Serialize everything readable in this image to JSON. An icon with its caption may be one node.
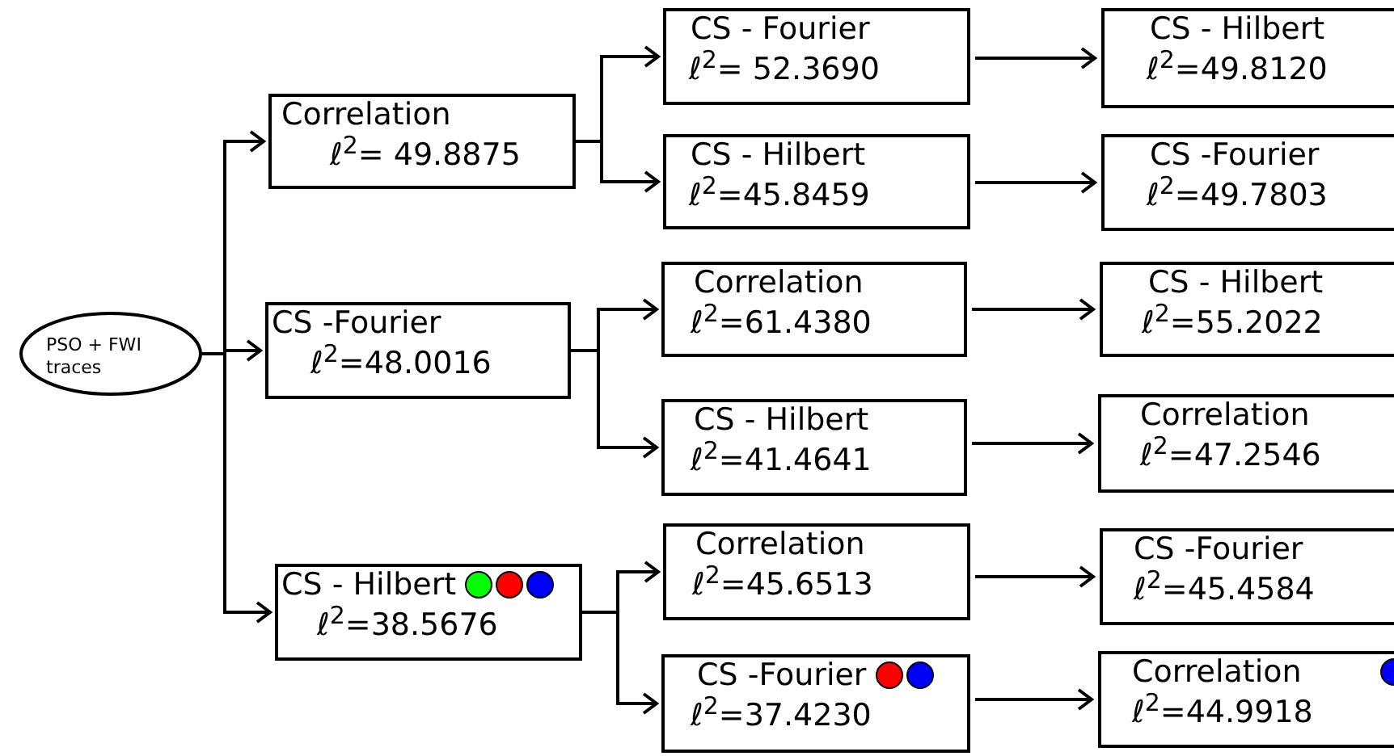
{
  "diagram": {
    "nodes": [
      {
        "text": [
          "PSO + FWI traces"
        ]
      },
      {
        "text": [
          "Correlation",
          "ℓ$^{2}$= 49.8875"
        ]
      },
      {
        "text": [
          "CS -Fourier",
          "ℓ$^{2}$=48.0016"
        ]
      },
      {
        "text": [
          "CS - Hilbert",
          "ℓ$^{2}$=38.5676"
        ]
      },
      {
        "text": [
          "CS - Fourier",
          "ℓ$^{2}$= 52.3690"
        ]
      },
      {
        "text": [
          "CS - Hilbert",
          "ℓ$^{2}$=45.8459"
        ]
      },
      {
        "text": [
          "Correlation",
          "ℓ$^{2}$=61.4380"
        ]
      },
      {
        "text": [
          "CS - Hilbert",
          "ℓ$^{2}$=41.4641"
        ]
      },
      {
        "text": [
          "Correlation",
          "ℓ$^{2}$=45.6513"
        ]
      },
      {
        "text": [
          "CS -Fourier",
          "ℓ$^{2}$=37.4230"
        ]
      },
      {
        "text": [
          "CS - Hilbert",
          "ℓ$^{2}$=49.8120"
        ]
      },
      {
        "text": [
          "CS -Fourier",
          "ℓ$^{2}$=49.7803"
        ]
      },
      {
        "text": [
          "CS - Hilbert",
          "ℓ$^{2}$=55.2022"
        ]
      },
      {
        "text": [
          "Correlation",
          "ℓ$^{2}$=47.2546"
        ]
      },
      {
        "text": [
          "CS -Fourier",
          "ℓ$^{2}$=45.4584"
        ]
      },
      {
        "text": [
          "Correlation",
          "ℓ$^{2}$=44.9918"
        ]
      }
    ],
    "edges": [
      {
        "from": 0,
        "to": 1,
        "arrow": "to"
      },
      {
        "from": 0,
        "to": 2,
        "arrow": "to"
      },
      {
        "from": 0,
        "to": 3,
        "arrow": "to"
      },
      {
        "from": 1,
        "to": 4,
        "arrow": "to"
      },
      {
        "from": 1,
        "to": 5,
        "arrow": "to"
      },
      {
        "from": 2,
        "to": 6,
        "arrow": "to"
      },
      {
        "from": 2,
        "to": 7,
        "arrow": "to"
      },
      {
        "from": 3,
        "to": 8,
        "arrow": "to"
      },
      {
        "from": 3,
        "to": 9,
        "arrow": "to"
      },
      {
        "from": 4,
        "to": 10,
        "arrow": "to"
      },
      {
        "from": 5,
        "to": 11,
        "arrow": "to"
      },
      {
        "from": 6,
        "to": 12,
        "arrow": "to"
      },
      {
        "from": 7,
        "to": 13,
        "arrow": "to"
      },
      {
        "from": 8,
        "to": 14,
        "arrow": "to"
      },
      {
        "from": 9,
        "to": 15,
        "arrow": "to"
      }
    ]
  }
}
